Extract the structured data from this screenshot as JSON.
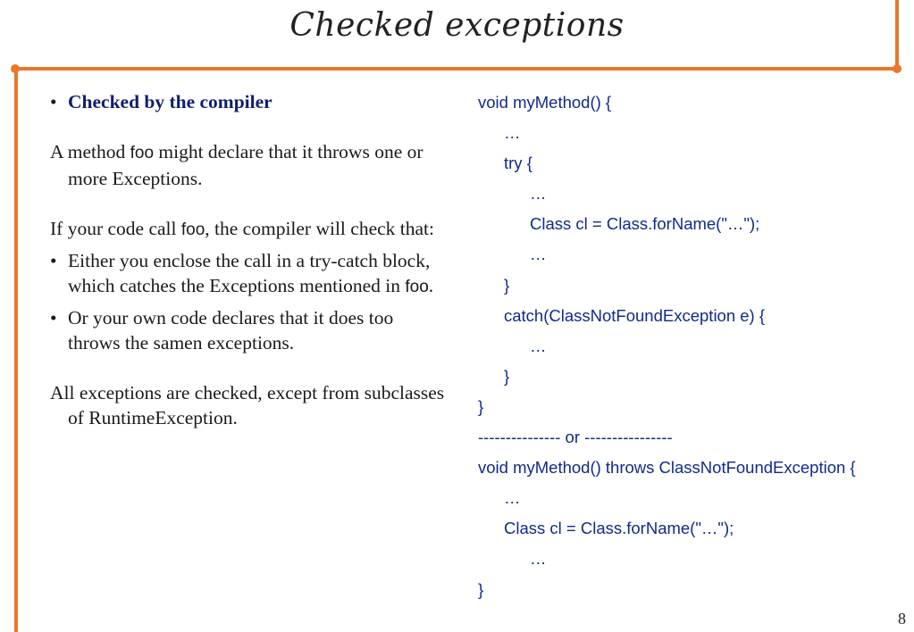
{
  "slide": {
    "title": "Checked exceptions",
    "page_number": "8"
  },
  "left": {
    "bullet1": {
      "glyph": "•",
      "text": "Checked by the compiler"
    },
    "para1": {
      "pre": "A method ",
      "code": "foo",
      "post": " might declare that it throws one or more Exceptions."
    },
    "para2": {
      "pre": "If your code call ",
      "code": "foo",
      "post": ", the compiler will check that:"
    },
    "bullet2": {
      "glyph": "•",
      "pre": "Either you enclose the call in a try-catch block, which catches the Exceptions mentioned in ",
      "code": "foo",
      "post": "."
    },
    "bullet3": {
      "glyph": "•",
      "text": "Or your own code declares that it does too throws the samen exceptions."
    },
    "para3": {
      "text": "All exceptions are checked, except from subclasses of RuntimeException."
    }
  },
  "code": {
    "lines": [
      "void myMethod() {",
      "…",
      "try {",
      "…",
      "Class cl = Class.forName(\"…\");",
      "…",
      "}",
      "catch(ClassNotFoundException e) {",
      "…",
      "}",
      "}",
      "--------------- or ----------------",
      "void myMethod() throws ClassNotFoundException {",
      "…",
      "Class cl = Class.forName(\"…\");",
      "…",
      "}"
    ]
  },
  "colors": {
    "accent_orange": "#e8782a",
    "code_blue": "#102a8c",
    "heading_navy": "#0f1e6e"
  }
}
